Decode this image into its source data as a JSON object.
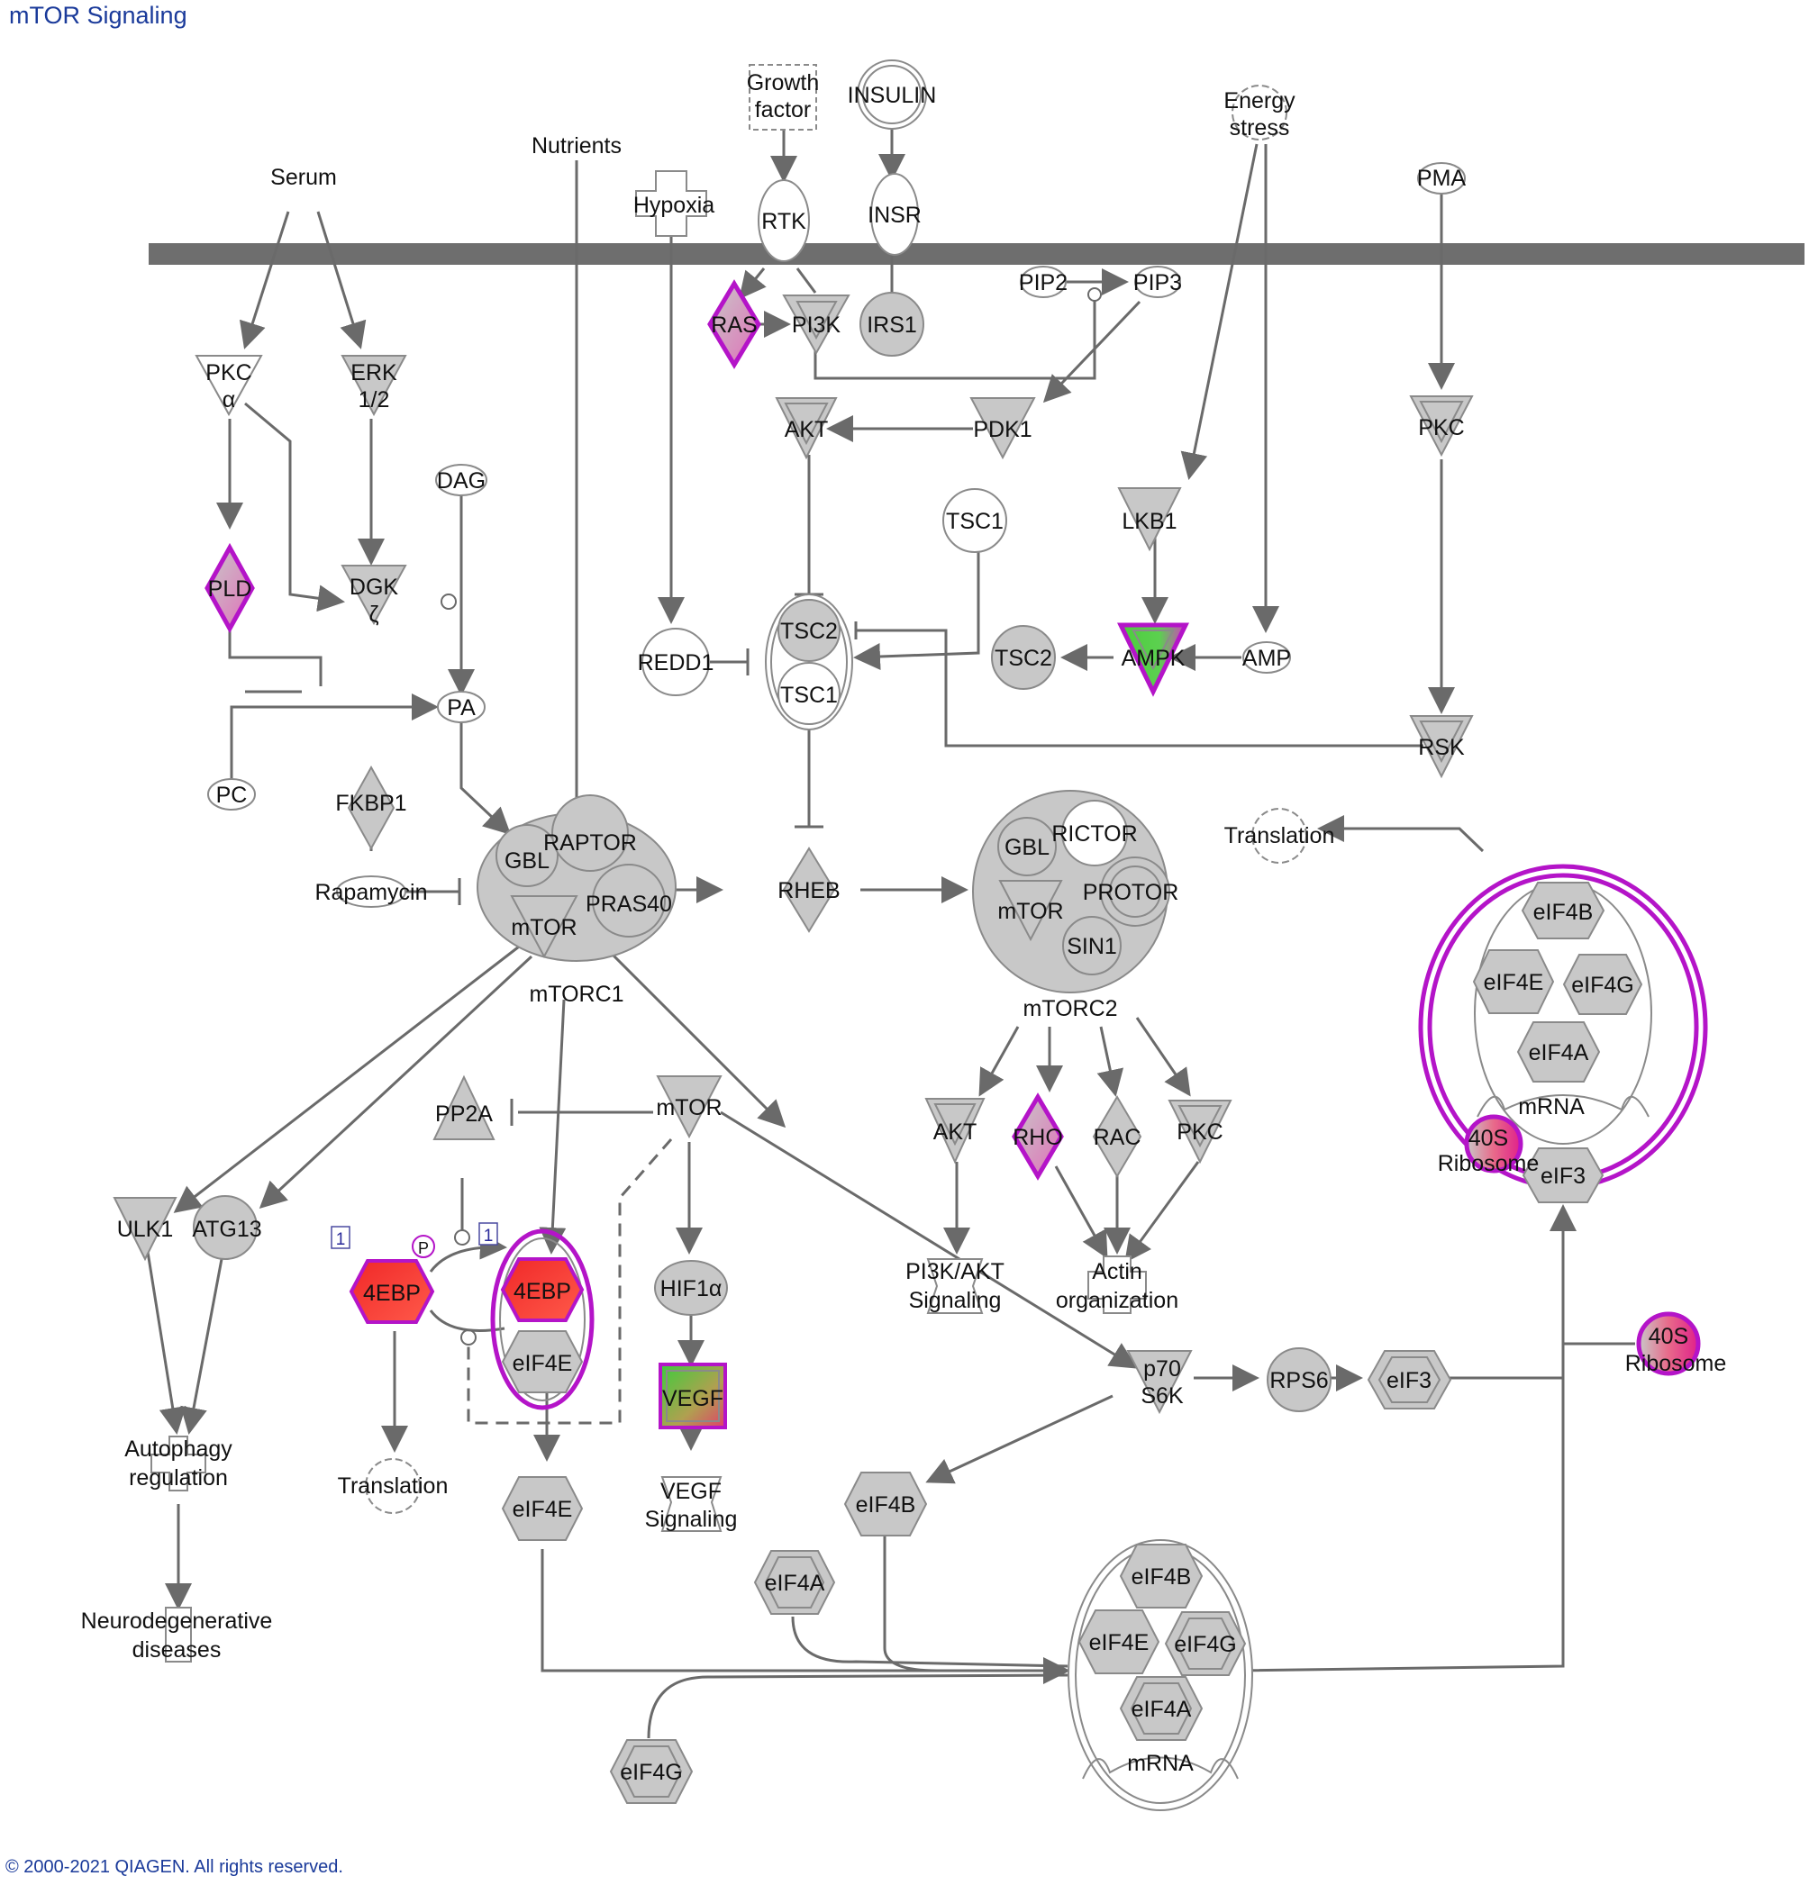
{
  "title": "mTOR Signaling",
  "copyright": "© 2000-2021 QIAGEN. All rights reserved.",
  "colors": {
    "magenta": "#b414c8",
    "red": "#f03c3c",
    "green": "#5ccd46",
    "gray": "#c8c8c8"
  },
  "labels": {
    "serum": "Serum",
    "nutrients": "Nutrients",
    "growth_factor": "Growth factor",
    "insulin": "INSULIN",
    "energy_stress": "Energy stress",
    "pma": "PMA",
    "hypoxia": "Hypoxia",
    "rtk": "RTK",
    "insr": "INSR",
    "pip2": "PIP2",
    "pip3": "PIP3",
    "ras": "RAS",
    "pi3k": "PI3K",
    "irs1": "IRS1",
    "pkc_alpha": "PKC α",
    "erk": "ERK 1/2",
    "akt_top": "AKT",
    "pdk1": "PDK1",
    "pkc_right": "PKC",
    "dag": "DAG",
    "pld": "PLD",
    "dgk": "DGK ζ",
    "tsc1_top": "TSC1",
    "lkb1": "LKB1",
    "tsc2_cx": "TSC2",
    "tsc1_cx": "TSC1",
    "redd1": "REDD1",
    "tsc2": "TSC2",
    "ampk": "AMPK",
    "amp": "AMP",
    "pa": "PA",
    "pc": "PC",
    "rsk": "RSK",
    "fkbp1": "FKBP1",
    "rapamycin": "Rapamycin",
    "gbl1": "GBL",
    "raptor": "RAPTOR",
    "pras40": "PRAS40",
    "mtor1": "mTOR",
    "mtorc1": "mTORC1",
    "rheb": "RHEB",
    "gbl2": "GBL",
    "rictor": "RICTOR",
    "protor": "PROTOR",
    "mtor2": "mTOR",
    "sin1": "SIN1",
    "mtorc2": "mTORC2",
    "translation_right": "Translation",
    "r_eif4b": "eIF4B",
    "r_eif4e": "eIF4E",
    "r_eif4g": "eIF4G",
    "r_eif4a": "eIF4A",
    "r_mrna": "mRNA",
    "r_40s": "40S",
    "r_ribosome": "Ribosome",
    "r_eif3": "eIF3",
    "pp2a": "PP2A",
    "mtor_mid": "mTOR",
    "akt_low": "AKT",
    "rho": "RHO",
    "rac": "RAC",
    "pkc_low": "PKC",
    "ulk1": "ULK1",
    "atg13": "ATG13",
    "badge1": "1",
    "badge2": "1",
    "phos": "P",
    "ebp_left": "4EBP",
    "ebp_right": "4EBP",
    "eif4e_cx": "eIF4E",
    "hif1a": "HIF1α",
    "vegf": "VEGF",
    "pi3k_akt_1": "PI3K/AKT",
    "pi3k_akt_2": "Signaling",
    "actin_1": "Actin",
    "actin_2": "organization",
    "p70_1": "p70",
    "p70_2": "S6K",
    "rps6": "RPS6",
    "eif3": "eIF3",
    "s40_1": "40S",
    "s40_2": "Ribosome",
    "autophagy_1": "Autophagy",
    "autophagy_2": "regulation",
    "translation_left": "Translation",
    "eif4e_free": "eIF4E",
    "vegf_sig_1": "VEGF",
    "vegf_sig_2": "Signaling",
    "eif4b_free": "eIF4B",
    "eif4a_free": "eIF4A",
    "eif4g_free": "eIF4G",
    "neuro_1": "Neurodegenerative",
    "neuro_2": "diseases",
    "b_eif4b": "eIF4B",
    "b_eif4e": "eIF4E",
    "b_eif4g": "eIF4G",
    "b_eif4a": "eIF4A",
    "b_mrna": "mRNA"
  }
}
